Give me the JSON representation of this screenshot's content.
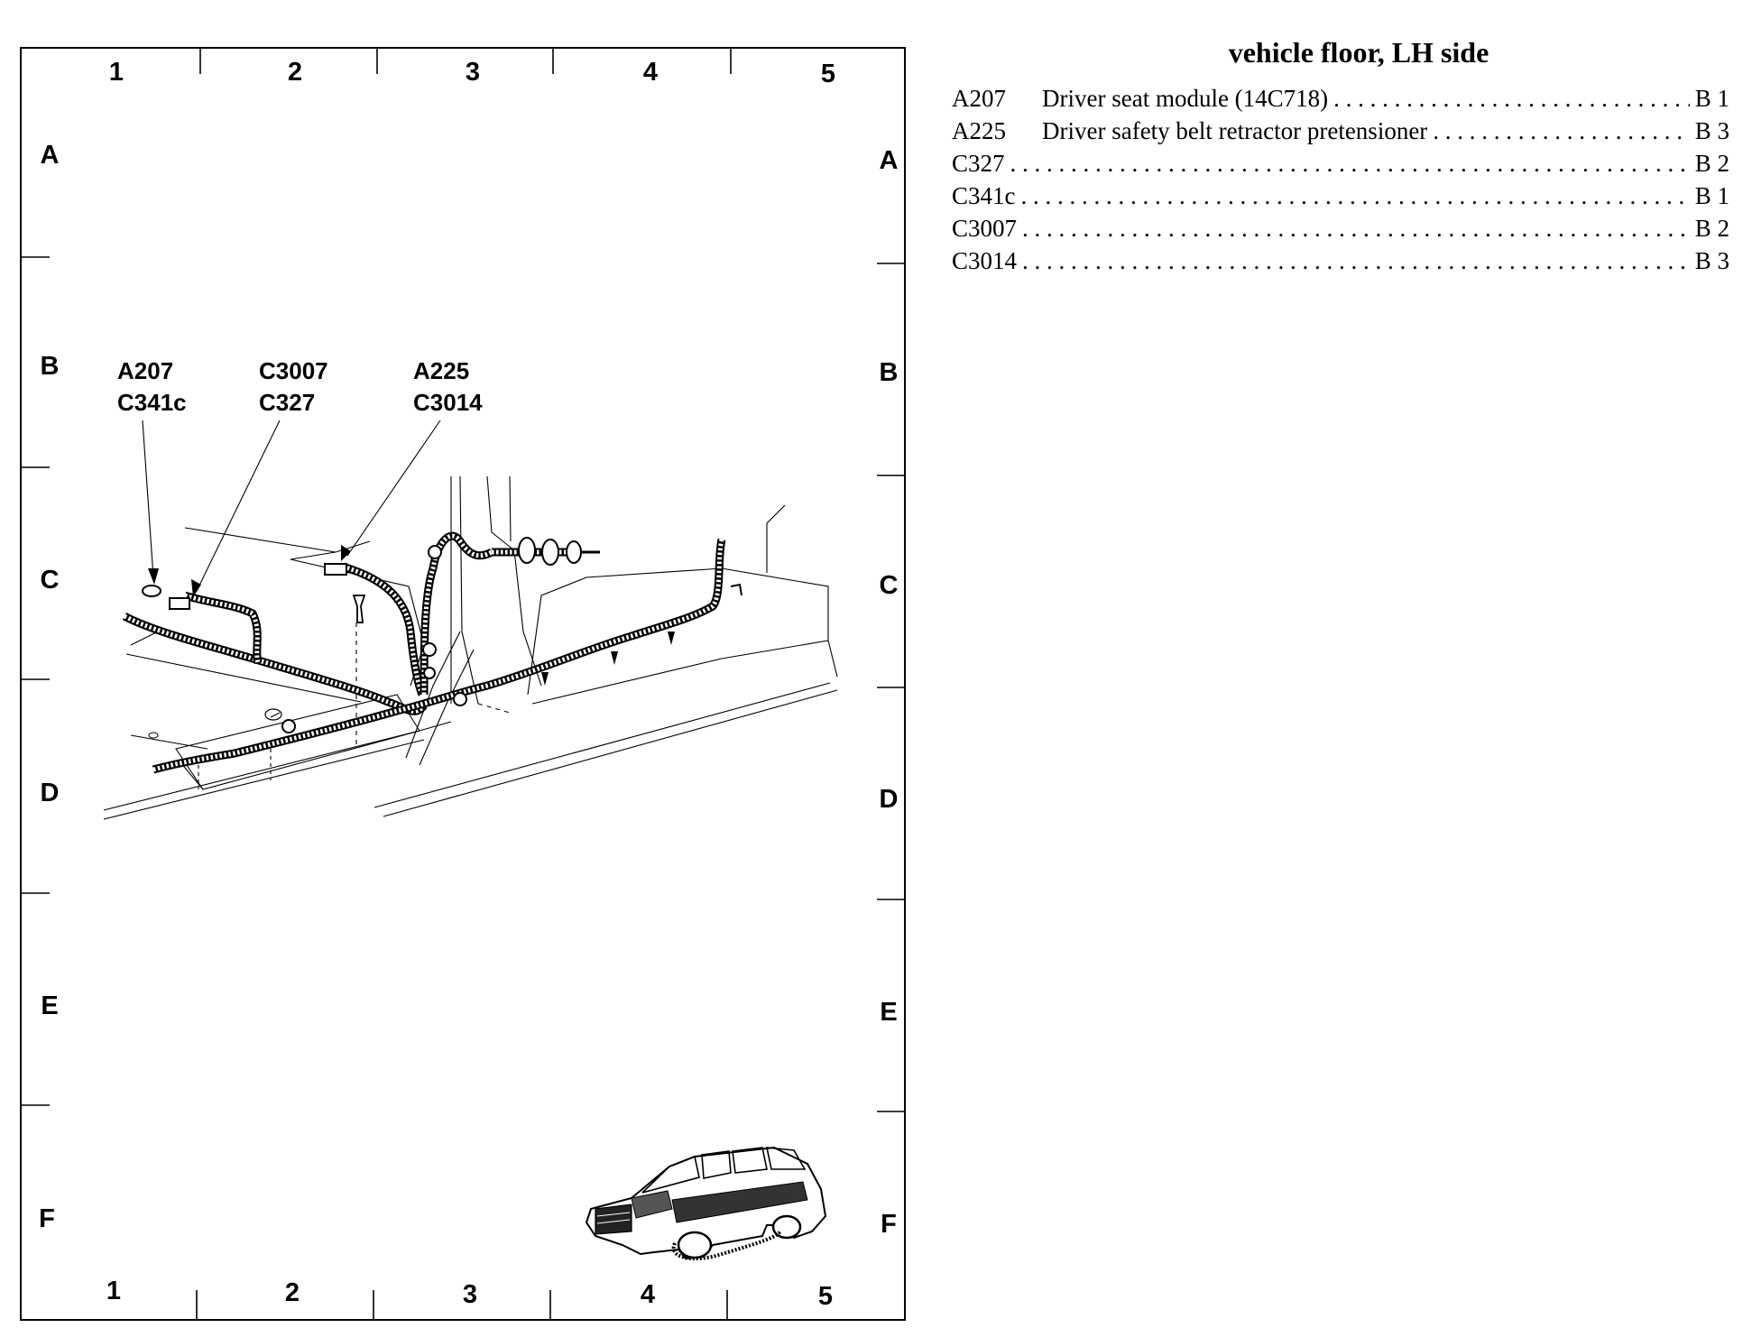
{
  "grid": {
    "columns": [
      "1",
      "2",
      "3",
      "4",
      "5"
    ],
    "rows": [
      "A",
      "B",
      "C",
      "D",
      "E",
      "F"
    ]
  },
  "callouts": [
    {
      "line1": "A207",
      "line2": "C341c"
    },
    {
      "line1": "C3007",
      "line2": "C327"
    },
    {
      "line1": "A225",
      "line2": "C3014"
    }
  ],
  "index": {
    "title": "vehicle floor, LH side",
    "entries": [
      {
        "code": "A207",
        "description": "Driver seat module (14C718)",
        "location": "B 1"
      },
      {
        "code": "A225",
        "description": "Driver safety belt retractor pretensioner",
        "location": "B 3"
      },
      {
        "code": "C327",
        "description": "",
        "location": "B 2"
      },
      {
        "code": "C341c",
        "description": "",
        "location": "B 1"
      },
      {
        "code": "C3007",
        "description": "",
        "location": "B 2"
      },
      {
        "code": "C3014",
        "description": "",
        "location": "B 3"
      }
    ]
  },
  "icons": {
    "vehicle_locator": "suv-locator-icon"
  }
}
